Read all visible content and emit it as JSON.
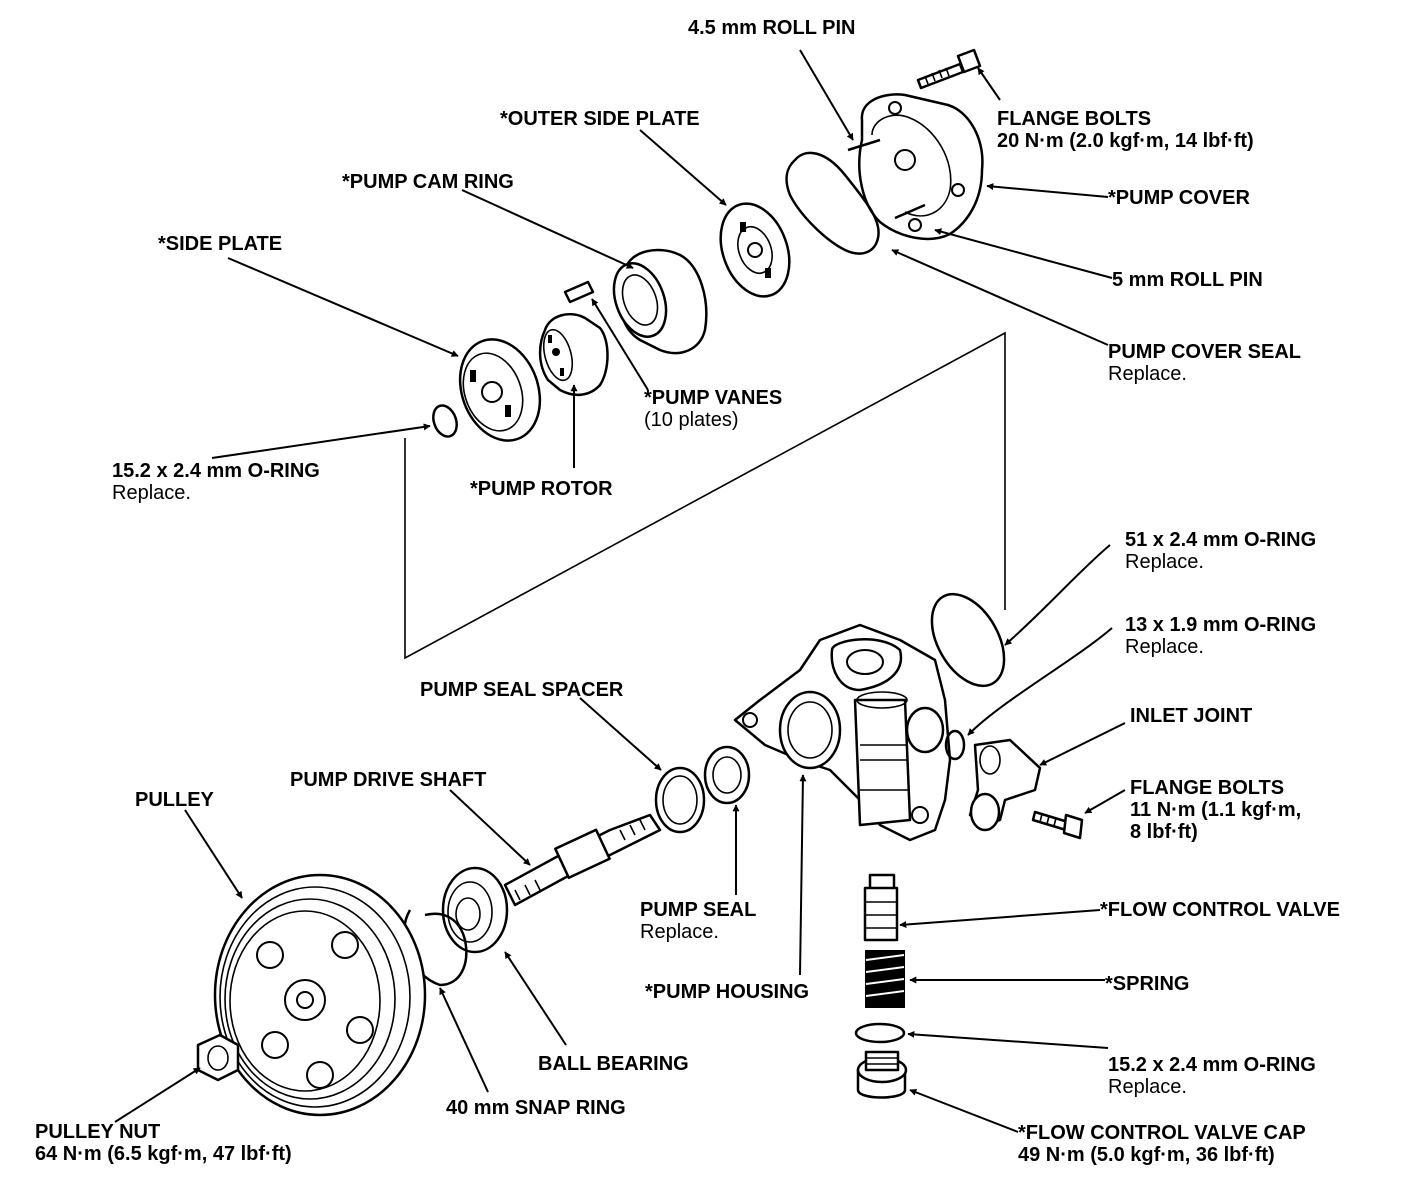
{
  "labels": {
    "roll_pin_45": "4.5 mm ROLL PIN",
    "flange_bolts_top": "FLANGE BOLTS",
    "flange_bolts_top_torque": "20 N·m (2.0 kgf·m, 14 lbf·ft)",
    "outer_side_plate": "*OUTER SIDE PLATE",
    "pump_cover": "*PUMP COVER",
    "pump_cam_ring": "*PUMP CAM RING",
    "side_plate": "*SIDE PLATE",
    "roll_pin_5": "5 mm ROLL PIN",
    "pump_cover_seal": "PUMP COVER SEAL",
    "pump_cover_seal_note": "Replace.",
    "pump_vanes": "*PUMP VANES",
    "pump_vanes_note": "(10 plates)",
    "oring_152_top": "15.2 x 2.4 mm O-RING",
    "oring_152_top_note": "Replace.",
    "pump_rotor": "*PUMP ROTOR",
    "oring_51": "51 x 2.4 mm O-RING",
    "oring_51_note": "Replace.",
    "oring_13": "13 x 1.9 mm O-RING",
    "oring_13_note": "Replace.",
    "pump_seal_spacer": "PUMP SEAL SPACER",
    "inlet_joint": "INLET JOINT",
    "pump_drive_shaft": "PUMP DRIVE SHAFT",
    "flange_bolts_side": "FLANGE BOLTS",
    "flange_bolts_side_torque_1": "11 N·m (1.1 kgf·m,",
    "flange_bolts_side_torque_2": "8 lbf·ft)",
    "pulley": "PULLEY",
    "flow_control_valve": "*FLOW CONTROL VALVE",
    "pump_seal": "PUMP SEAL",
    "pump_seal_note": "Replace.",
    "spring": "*SPRING",
    "pump_housing": "*PUMP HOUSING",
    "ball_bearing": "BALL BEARING",
    "oring_152_bottom": "15.2 x 2.4 mm O-RING",
    "oring_152_bottom_note": "Replace.",
    "snap_ring": "40 mm SNAP RING",
    "pulley_nut": "PULLEY NUT",
    "pulley_nut_torque": "64 N·m (6.5 kgf·m, 47 lbf·ft)",
    "fcv_cap": "*FLOW CONTROL VALVE CAP",
    "fcv_cap_torque": "49 N·m (5.0 kgf·m, 36 lbf·ft)"
  }
}
